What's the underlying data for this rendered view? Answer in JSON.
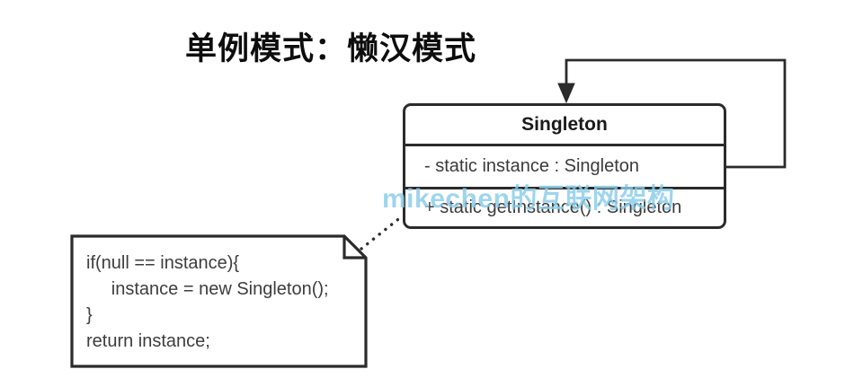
{
  "page": {
    "title": "单例模式：懒汉模式",
    "watermark": "mikechen的互联网架构"
  },
  "class_box": {
    "name": "Singleton",
    "attributes": [
      "- static instance : Singleton"
    ],
    "methods": [
      "+ static getInstance() : Singleton"
    ]
  },
  "note": {
    "lines": [
      "if(null == instance){",
      "     instance = new Singleton();",
      "}",
      "return instance;"
    ]
  },
  "colors": {
    "line": "#2b2b2b",
    "member_text": "#3a3a3a",
    "title_text": "#0d0d0d",
    "watermark": "#8bcde9",
    "background": "#ffffff"
  }
}
